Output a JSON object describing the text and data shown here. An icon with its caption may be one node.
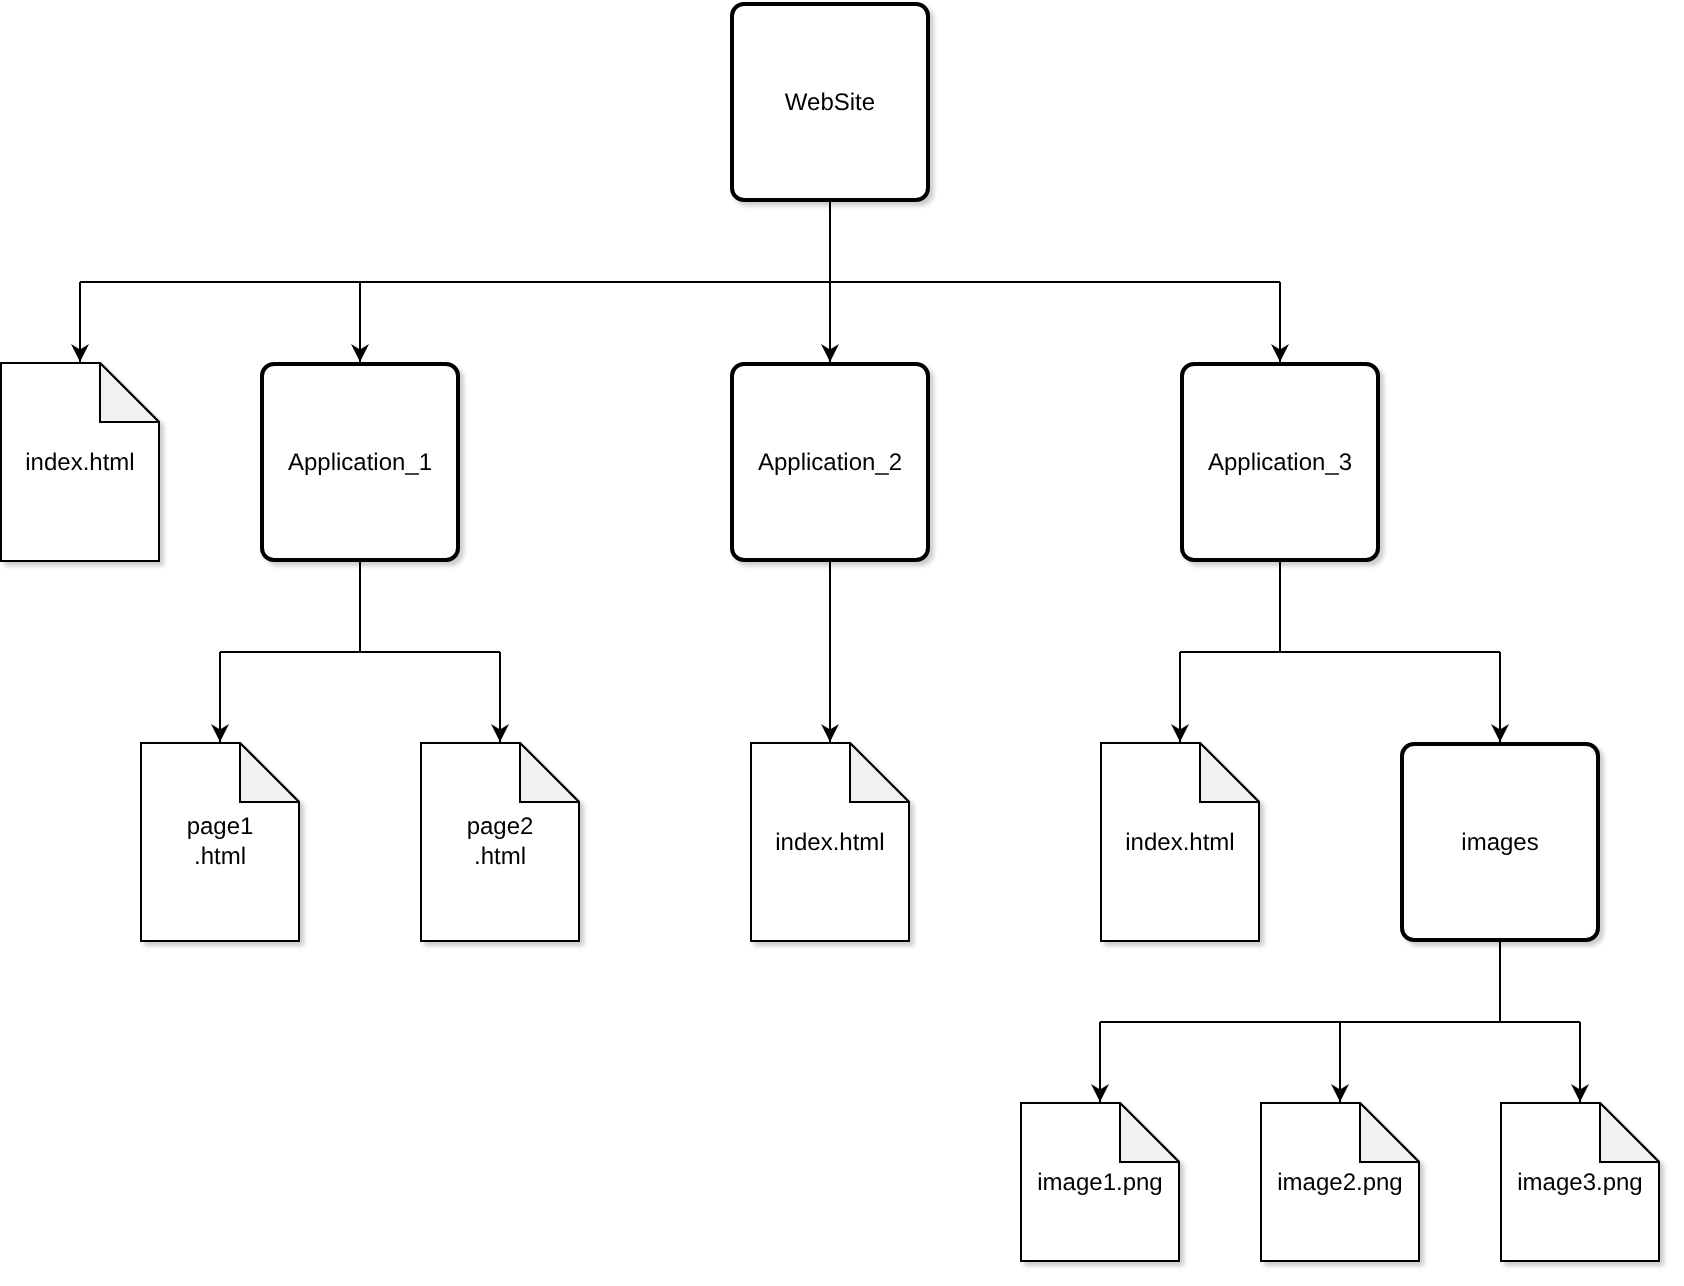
{
  "diagram": {
    "nodes": [
      {
        "text": [
          "WebSite"
        ]
      },
      {
        "text": [
          "index.html"
        ]
      },
      {
        "text": [
          "Application_1"
        ]
      },
      {
        "text": [
          "Application_2"
        ]
      },
      {
        "text": [
          "Application_3"
        ]
      },
      {
        "text": [
          "page1 .html"
        ]
      },
      {
        "text": [
          "page2 .html"
        ]
      },
      {
        "text": [
          "index.html"
        ]
      },
      {
        "text": [
          "index.html"
        ]
      },
      {
        "text": [
          "images"
        ]
      },
      {
        "text": [
          "image1.png"
        ]
      },
      {
        "text": [
          "image2.png"
        ]
      },
      {
        "text": [
          "image3.png"
        ]
      }
    ],
    "edges": [
      {
        "from": 0,
        "to": 1,
        "arrow": "to"
      },
      {
        "from": 0,
        "to": 2,
        "arrow": "to"
      },
      {
        "from": 0,
        "to": 3,
        "arrow": "to"
      },
      {
        "from": 0,
        "to": 4,
        "arrow": "to"
      },
      {
        "from": 2,
        "to": 5,
        "arrow": "to"
      },
      {
        "from": 2,
        "to": 6,
        "arrow": "to"
      },
      {
        "from": 3,
        "to": 7,
        "arrow": "to"
      },
      {
        "from": 4,
        "to": 8,
        "arrow": "to"
      },
      {
        "from": 4,
        "to": 9,
        "arrow": "to"
      },
      {
        "from": 9,
        "to": 10,
        "arrow": "to"
      },
      {
        "from": 9,
        "to": 11,
        "arrow": "to"
      },
      {
        "from": 9,
        "to": 12,
        "arrow": "to"
      }
    ]
  }
}
